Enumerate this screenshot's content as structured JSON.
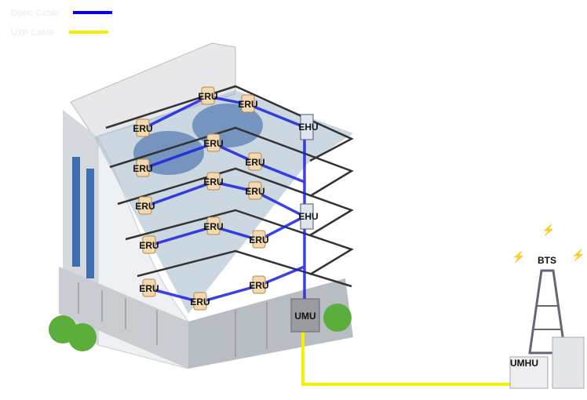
{
  "legend": [
    {
      "label": "Optic Cable",
      "color": "#0000e0"
    },
    {
      "label": "UTP Cable",
      "color": "#f0f000"
    }
  ],
  "nodes": {
    "eru": "ERU",
    "ehu": "EHU",
    "umu": "UMU",
    "bts": "BTS",
    "umhu": "UMHU"
  }
}
